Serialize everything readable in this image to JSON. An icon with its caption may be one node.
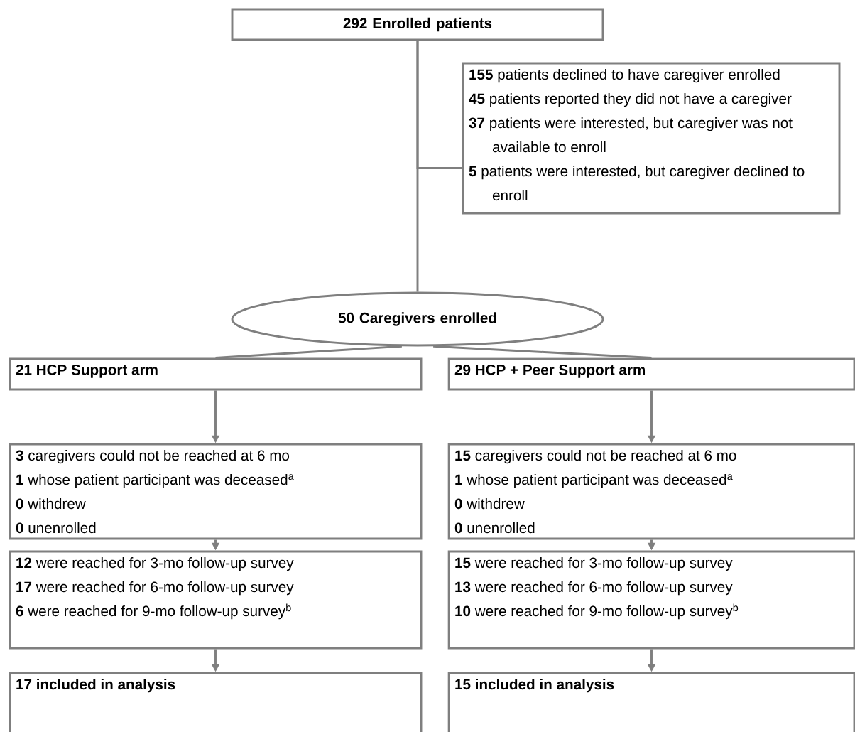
{
  "diagram": {
    "nodes": [
      {
        "text": [
          "292 Enrolled patients"
        ]
      },
      {
        "text": [
          "**155** patients declined to have caregiver enrolled",
          "**45** patients reported they did not have a caregiver",
          "**37** patients were interested, but caregiver was not available to enroll",
          "**5** patients were interested, but caregiver declined to enroll"
        ]
      },
      {
        "text": [
          "50 Caregivers enrolled"
        ]
      },
      {
        "text": [
          "21 HCP Support arm"
        ]
      },
      {
        "text": [
          "29 HCP + Peer Support arm"
        ]
      },
      {
        "text": [
          "**3** caregivers could not be reached at 6 mo",
          "**1** whose patient participant was deceased$^{a}$",
          "**0** withdrew",
          "**0** unenrolled"
        ]
      },
      {
        "text": [
          "**15** caregivers could not be reached at 6 mo",
          "**1** whose patient participant was deceased$^{a}$",
          "**0** withdrew",
          "**0** unenrolled"
        ]
      },
      {
        "text": [
          "**12** were reached for 3-mo follow-up survey",
          "**17** were reached for 6-mo follow-up survey",
          "**6** were reached for 9-mo follow-up survey$^{b}$"
        ]
      },
      {
        "text": [
          "**15** were reached for 3-mo follow-up survey",
          "**13** were reached for 6-mo follow-up survey",
          "**10** were reached for 9-mo follow-up survey$^{b}$"
        ]
      },
      {
        "text": [
          "17 included in analysis"
        ]
      },
      {
        "text": [
          "15 included in analysis"
        ]
      }
    ],
    "edges": [
      {
        "from": 0,
        "to": 2,
        "arrow": "none"
      },
      {
        "from": 0,
        "to": 1,
        "arrow": "none"
      },
      {
        "from": 2,
        "to": 3,
        "arrow": "none"
      },
      {
        "from": 2,
        "to": 4,
        "arrow": "none"
      },
      {
        "from": 3,
        "to": 5,
        "arrow": "to"
      },
      {
        "from": 4,
        "to": 6,
        "arrow": "to"
      },
      {
        "from": 5,
        "to": 7,
        "arrow": "to"
      },
      {
        "from": 6,
        "to": 8,
        "arrow": "to"
      },
      {
        "from": 7,
        "to": 9,
        "arrow": "to"
      },
      {
        "from": 8,
        "to": 10,
        "arrow": "to"
      }
    ]
  }
}
